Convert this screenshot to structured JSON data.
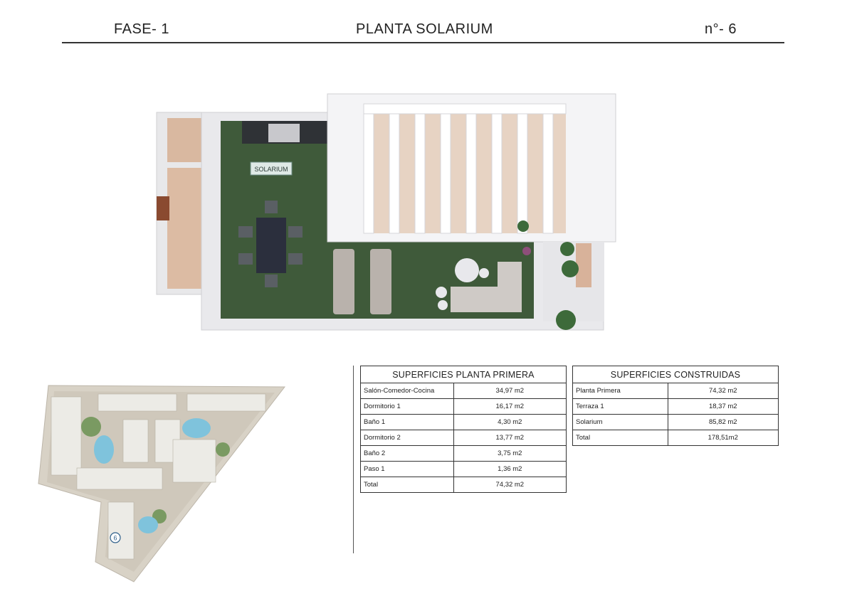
{
  "header": {
    "fase": "FASE- 1",
    "title": "PLANTA SOLARIUM",
    "numero": "n°- 6"
  },
  "plan": {
    "room_label": "SOLARIUM"
  },
  "sitemap": {
    "marker": "6"
  },
  "table_primera": {
    "title": "SUPERFICIES PLANTA PRIMERA",
    "rows": [
      {
        "label": "Salón-Comedor-Cocina",
        "value": "34,97 m2"
      },
      {
        "label": "Dormitorio 1",
        "value": "16,17 m2"
      },
      {
        "label": "Baño 1",
        "value": "4,30 m2"
      },
      {
        "label": "Dormitorio 2",
        "value": "13,77 m2"
      },
      {
        "label": "Baño 2",
        "value": "3,75 m2"
      },
      {
        "label": "Paso 1",
        "value": "1,36 m2"
      },
      {
        "label": "Total",
        "value": "74,32 m2"
      }
    ]
  },
  "table_construidas": {
    "title": "SUPERFICIES CONSTRUIDAS",
    "rows": [
      {
        "label": "Planta Primera",
        "value": "74,32 m2"
      },
      {
        "label": "Terraza 1",
        "value": "18,37 m2"
      },
      {
        "label": "Solarium",
        "value": "85,82 m2"
      },
      {
        "label": "Total",
        "value": "178,51m2"
      }
    ]
  }
}
